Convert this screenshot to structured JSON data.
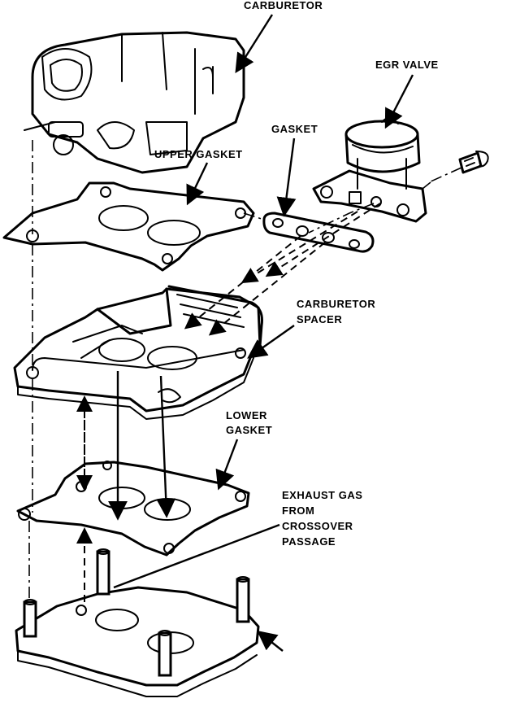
{
  "labels": {
    "carburetor": "CARBURETOR",
    "egr_valve": "EGR VALVE",
    "gasket": "GASKET",
    "upper_gasket": "UPPER GASKET",
    "carburetor_spacer_line1": "CARBURETOR",
    "carburetor_spacer_line2": "SPACER",
    "lower_gasket_line1": "LOWER",
    "lower_gasket_line2": "GASKET",
    "exhaust_line1": "EXHAUST GAS",
    "exhaust_line2": "FROM",
    "exhaust_line3": "CROSSOVER",
    "exhaust_line4": "PASSAGE"
  }
}
